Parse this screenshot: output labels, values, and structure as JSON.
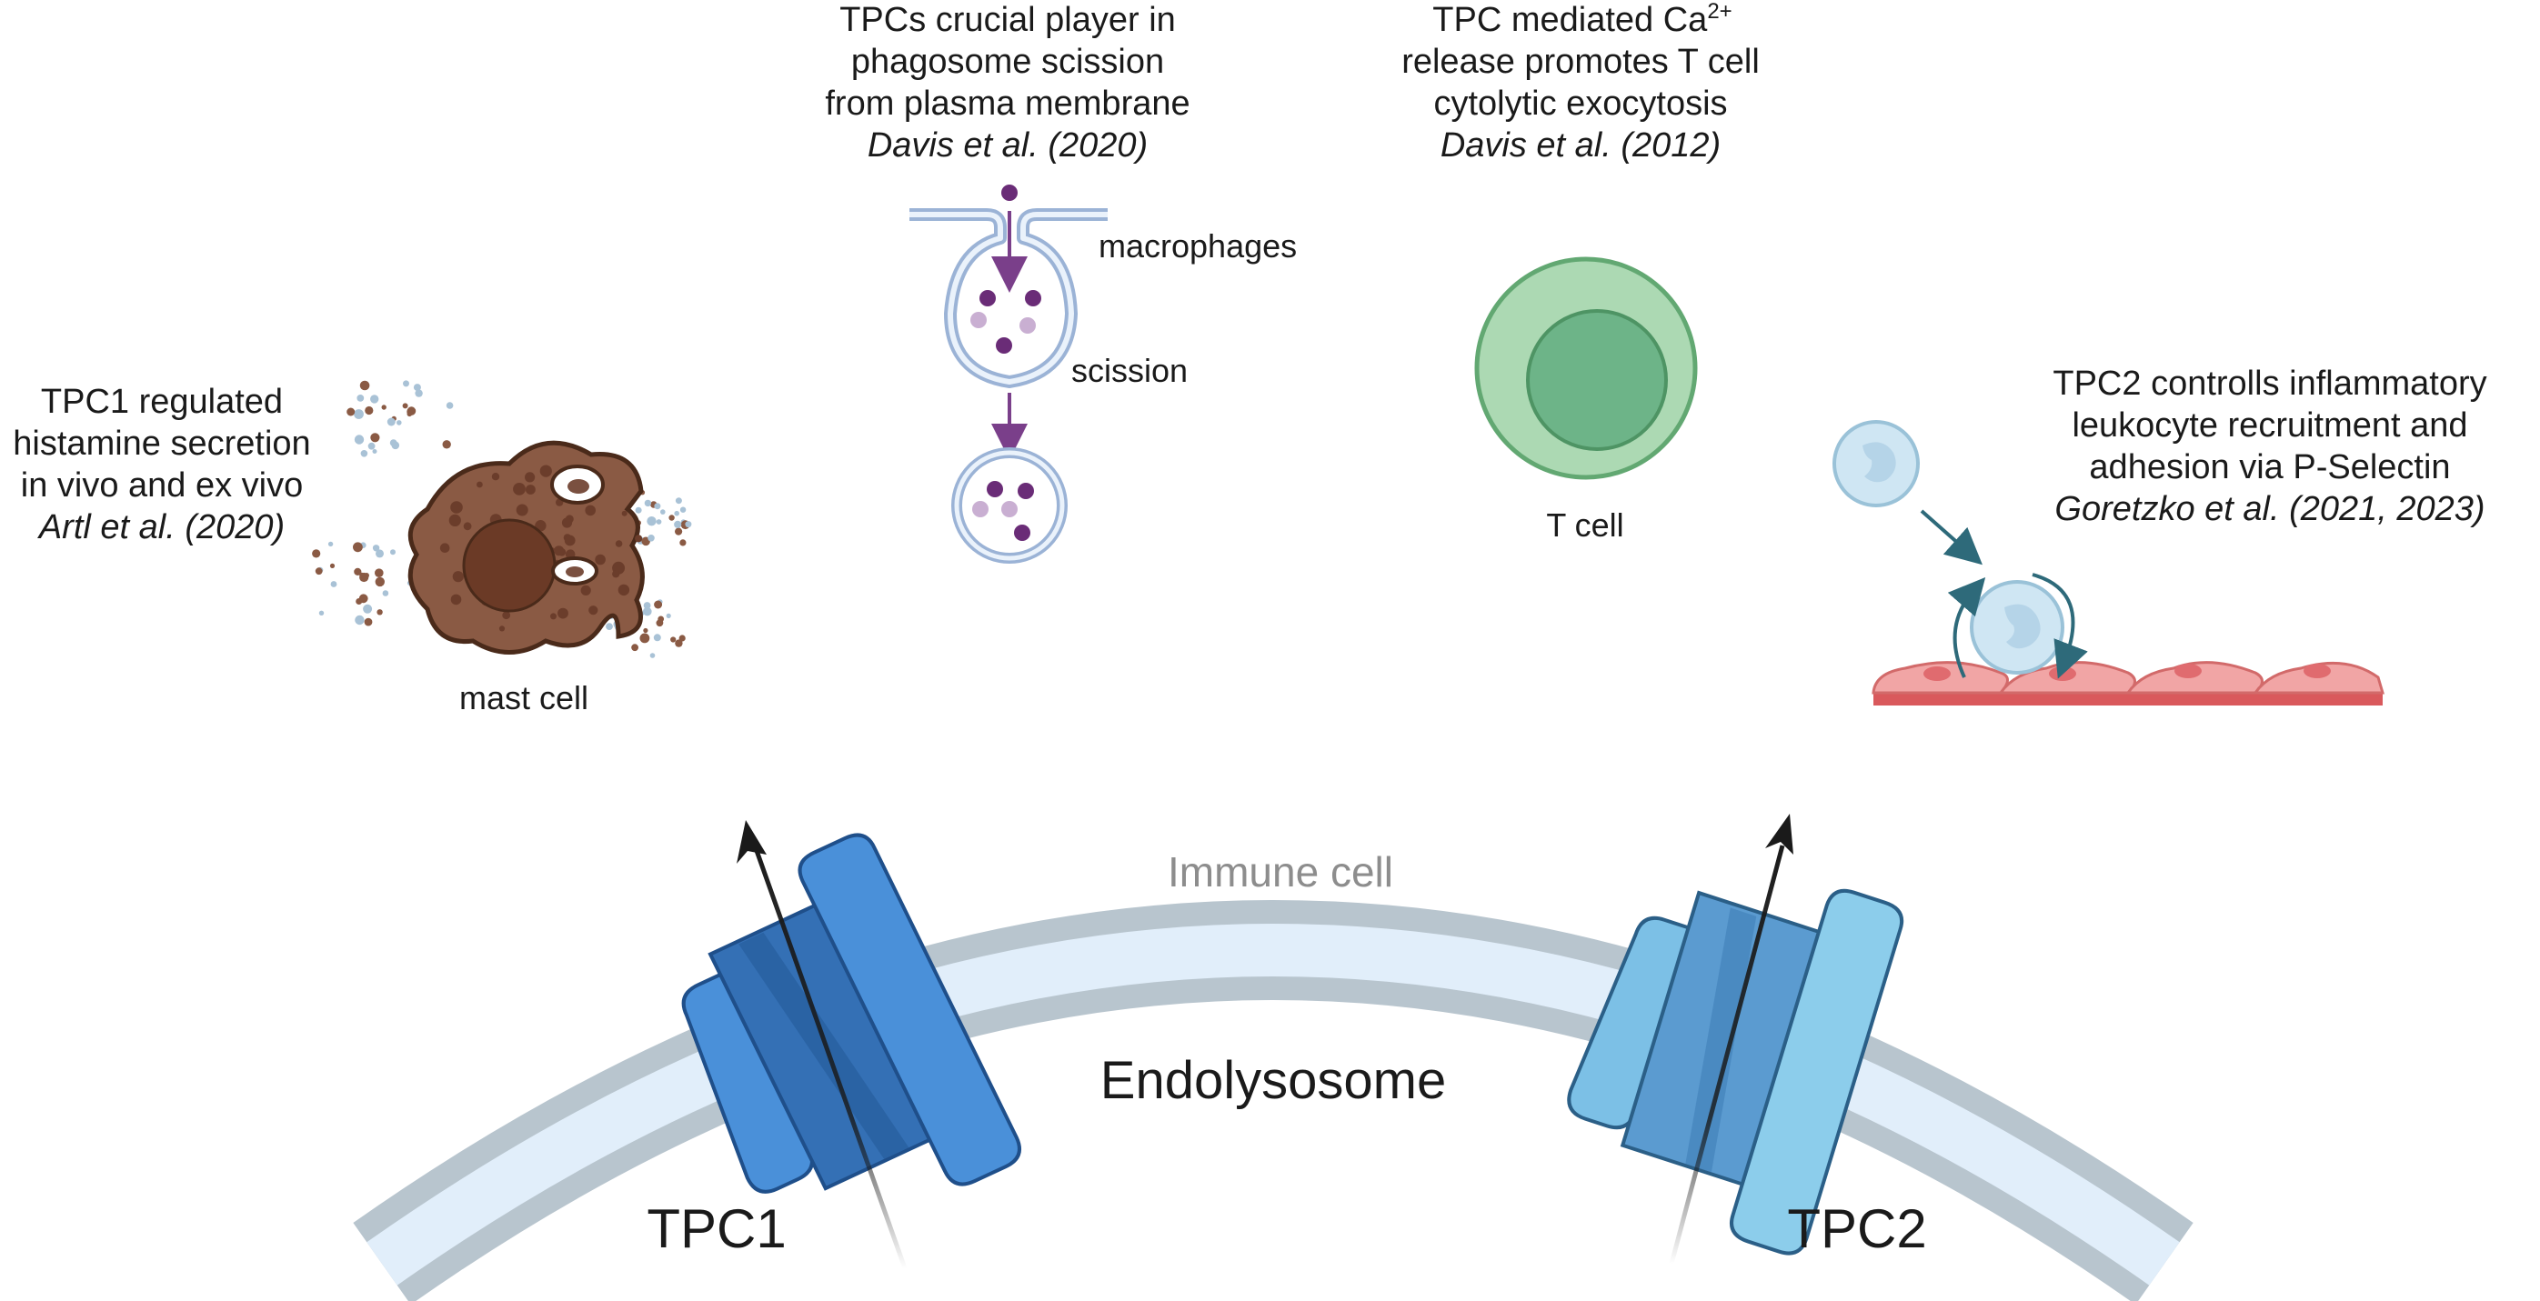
{
  "figure": {
    "panels": {
      "phagosome": {
        "lines": [
          "TPCs crucial player in",
          "phagosome scission",
          "from plasma membrane"
        ],
        "citation": "Davis et al. (2020)",
        "labels": {
          "macrophages": "macrophages",
          "scission": "scission"
        }
      },
      "tcell": {
        "line1_prefix": "TPC mediated Ca",
        "line1_sup": "2+",
        "lines": [
          "release promotes T cell",
          "cytolytic exocytosis"
        ],
        "citation": "Davis et al. (2012)",
        "cell_label": "T cell"
      },
      "mastcell": {
        "lines": [
          "TPC1 regulated",
          "histamine secretion",
          "in vivo and ex vivo"
        ],
        "citation": "Artl et al. (2020)",
        "cell_label": "mast cell"
      },
      "leukocyte": {
        "lines": [
          "TPC2  controlls inflammatory",
          "leukocyte recruitment and",
          "adhesion via P-Selectin"
        ],
        "citation": "Goretzko et al. (2021, 2023)"
      }
    },
    "membrane": {
      "immune_cell_label": "Immune cell",
      "endolysosome_label": "Endolysosome",
      "tpc1_label": "TPC1",
      "tpc2_label": "TPC2"
    },
    "colors": {
      "tpc1": "#4a90d9",
      "tpc2": "#7cc0e6",
      "membrane_outer": "#b5c3cc",
      "membrane_inner": "#e3f0fb",
      "tcell": "#a8d5b0",
      "mast_cell": "#8a5a44",
      "phagosome_cargo": "#6a2c77",
      "endothelium": "#e98b8b"
    }
  }
}
